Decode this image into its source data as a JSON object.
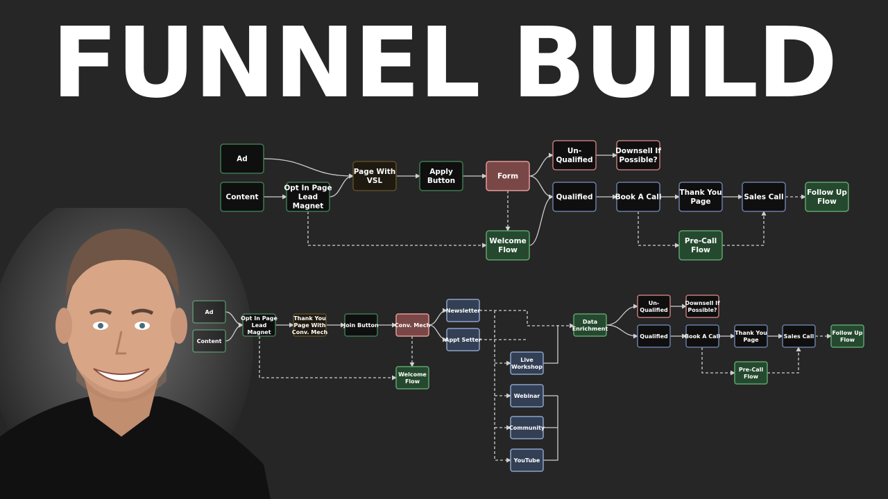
{
  "title": "FUNNEL BUILD",
  "presenter": {
    "icon": "presenter-photo"
  },
  "colors": {
    "background": "#262626",
    "default": {
      "fill": "#0f0f0f",
      "stroke": "#3f7a50"
    },
    "gold": {
      "fill": "#1f1a10",
      "stroke": "#5e4c28"
    },
    "red": {
      "fill": "#7a4747",
      "stroke": "#e59a9a"
    },
    "redoutline": {
      "fill": "#0f0f0f",
      "stroke": "#c47a7a"
    },
    "blueoutline": {
      "fill": "#0f0f0f",
      "stroke": "#6a7fa6"
    },
    "green": {
      "fill": "#25492e",
      "stroke": "#5fa46e"
    },
    "blue": {
      "fill": "#333f55",
      "stroke": "#8ea3c8"
    }
  },
  "diagram_top": {
    "nodes": [
      {
        "id": "ad",
        "label": [
          "Ad"
        ],
        "style": "default"
      },
      {
        "id": "content",
        "label": [
          "Content"
        ],
        "style": "default"
      },
      {
        "id": "optin",
        "label": [
          "Opt In Page",
          "Lead",
          "Magnet"
        ],
        "style": "default"
      },
      {
        "id": "vsl",
        "label": [
          "Page With",
          "VSL"
        ],
        "style": "gold"
      },
      {
        "id": "apply",
        "label": [
          "Apply",
          "Button"
        ],
        "style": "default"
      },
      {
        "id": "form",
        "label": [
          "Form"
        ],
        "style": "red"
      },
      {
        "id": "unqual",
        "label": [
          "Un-",
          "Qualified"
        ],
        "style": "redoutline"
      },
      {
        "id": "downsell",
        "label": [
          "Downsell If",
          "Possible?"
        ],
        "style": "redoutline"
      },
      {
        "id": "qual",
        "label": [
          "Qualified"
        ],
        "style": "blueoutline"
      },
      {
        "id": "book",
        "label": [
          "Book A Call"
        ],
        "style": "blueoutline"
      },
      {
        "id": "thanks",
        "label": [
          "Thank You",
          "Page"
        ],
        "style": "blueoutline"
      },
      {
        "id": "sales",
        "label": [
          "Sales Call"
        ],
        "style": "blueoutline"
      },
      {
        "id": "follow",
        "label": [
          "Follow Up",
          "Flow"
        ],
        "style": "green"
      },
      {
        "id": "welcome",
        "label": [
          "Welcome",
          "Flow"
        ],
        "style": "green"
      },
      {
        "id": "precall",
        "label": [
          "Pre-Call",
          "Flow"
        ],
        "style": "green"
      }
    ]
  },
  "diagram_bottom": {
    "nodes": [
      {
        "id": "ad",
        "label": [
          "Ad"
        ],
        "style": "default"
      },
      {
        "id": "content",
        "label": [
          "Content"
        ],
        "style": "default"
      },
      {
        "id": "optin",
        "label": [
          "Opt In Page",
          "Lead",
          "Magnet"
        ],
        "style": "default"
      },
      {
        "id": "thanks1",
        "label": [
          "Thank You",
          "Page With",
          "Conv. Mech"
        ],
        "style": "gold"
      },
      {
        "id": "join",
        "label": [
          "Join Button"
        ],
        "style": "default"
      },
      {
        "id": "conv",
        "label": [
          "Conv. Mech"
        ],
        "style": "red"
      },
      {
        "id": "news",
        "label": [
          "Newsletter"
        ],
        "style": "blue"
      },
      {
        "id": "appt",
        "label": [
          "Appt Setter"
        ],
        "style": "blue"
      },
      {
        "id": "live",
        "label": [
          "Live",
          "Workshop"
        ],
        "style": "blue"
      },
      {
        "id": "webinar",
        "label": [
          "Webinar"
        ],
        "style": "blue"
      },
      {
        "id": "community",
        "label": [
          "Community"
        ],
        "style": "blue"
      },
      {
        "id": "youtube",
        "label": [
          "YouTube"
        ],
        "style": "blue"
      },
      {
        "id": "welcome",
        "label": [
          "Welcome",
          "Flow"
        ],
        "style": "green"
      },
      {
        "id": "enrich",
        "label": [
          "Data",
          "Enrichment"
        ],
        "style": "green"
      },
      {
        "id": "unqual",
        "label": [
          "Un-",
          "Qualified"
        ],
        "style": "redoutline"
      },
      {
        "id": "downsell",
        "label": [
          "Downsell If",
          "Possible?"
        ],
        "style": "redoutline"
      },
      {
        "id": "qual",
        "label": [
          "Qualified"
        ],
        "style": "blueoutline"
      },
      {
        "id": "book",
        "label": [
          "Book A Call"
        ],
        "style": "blueoutline"
      },
      {
        "id": "thanks2",
        "label": [
          "Thank You",
          "Page"
        ],
        "style": "blueoutline"
      },
      {
        "id": "sales",
        "label": [
          "Sales Call"
        ],
        "style": "blueoutline"
      },
      {
        "id": "follow",
        "label": [
          "Follow Up",
          "Flow"
        ],
        "style": "green"
      },
      {
        "id": "precall",
        "label": [
          "Pre-Call",
          "Flow"
        ],
        "style": "green"
      }
    ]
  }
}
